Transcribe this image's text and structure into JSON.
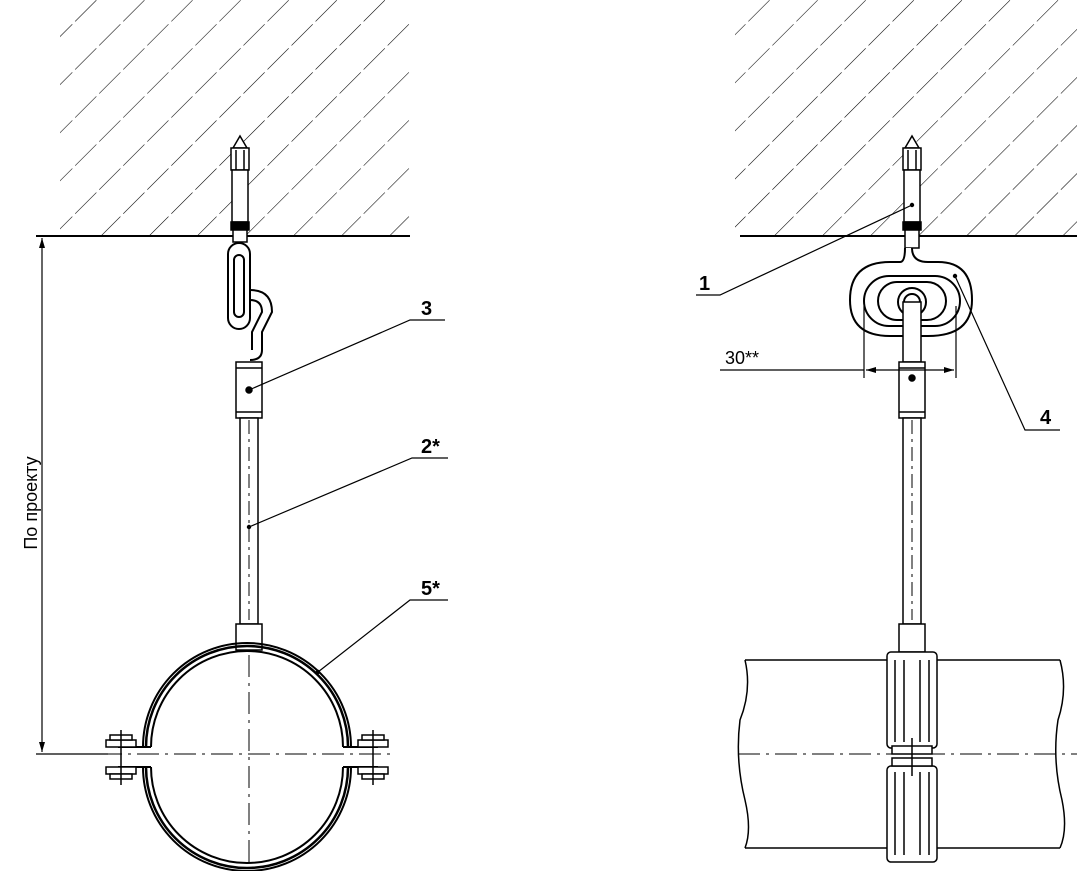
{
  "left_view": {
    "callouts": [
      {
        "id": "callout-3",
        "text": "3"
      },
      {
        "id": "callout-2",
        "text": "2*"
      },
      {
        "id": "callout-5",
        "text": "5*"
      }
    ],
    "height_dimension_label": "По проекту"
  },
  "right_view": {
    "callouts": [
      {
        "id": "callout-1",
        "text": "1"
      },
      {
        "id": "callout-4",
        "text": "4"
      }
    ],
    "width_dimension_label": "30**"
  }
}
